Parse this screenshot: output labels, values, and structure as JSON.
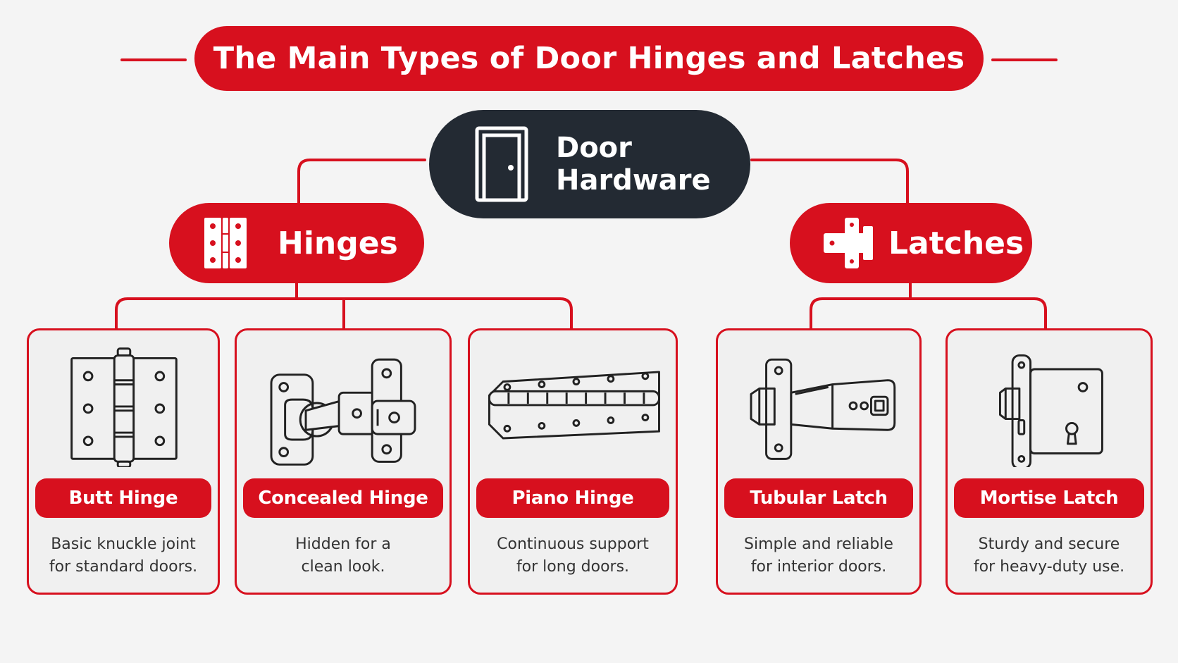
{
  "title": "The Main Types of Door Hinges and Latches",
  "root": {
    "label_line1": "Door",
    "label_line2": "Hardware",
    "icon": "door-icon"
  },
  "categories": [
    {
      "id": "hinges",
      "label": "Hinges",
      "icon": "hinge-icon"
    },
    {
      "id": "latches",
      "label": "Latches",
      "icon": "latch-icon"
    }
  ],
  "cards": [
    {
      "name": "Butt Hinge",
      "desc_line1": "Basic knuckle joint",
      "desc_line2": "for standard doors.",
      "icon": "butt-hinge-icon"
    },
    {
      "name": "Concealed Hinge",
      "desc_line1": "Hidden for a",
      "desc_line2": "clean look.",
      "icon": "concealed-hinge-icon"
    },
    {
      "name": "Piano Hinge",
      "desc_line1": "Continuous support",
      "desc_line2": "for long doors.",
      "icon": "piano-hinge-icon"
    },
    {
      "name": "Tubular Latch",
      "desc_line1": "Simple and reliable",
      "desc_line2": "for interior doors.",
      "icon": "tubular-latch-icon"
    },
    {
      "name": "Mortise Latch",
      "desc_line1": "Sturdy and secure",
      "desc_line2": "for heavy-duty use.",
      "icon": "mortise-latch-icon"
    }
  ],
  "colors": {
    "accent": "#d7101e",
    "dark": "#232a33",
    "background": "#f4f4f4",
    "card_background": "#f0f0f0"
  }
}
